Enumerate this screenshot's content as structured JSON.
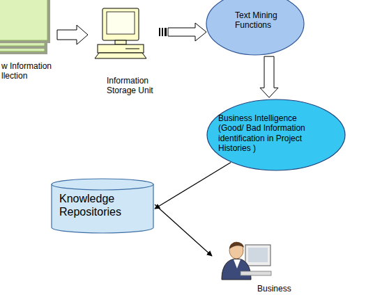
{
  "diagram": {
    "nodes": [
      {
        "text": [
          "Text Mining Functions"
        ]
      },
      {
        "text": [
          "Business Intelligence (Good/ Bad Information identification in Project Histories )"
        ]
      },
      {
        "text": [
          "Knowledge Repositories"
        ]
      }
    ],
    "edges": [
      {
        "from": 0,
        "to": 1,
        "arrow": "to"
      },
      {
        "from": 1,
        "to": 2,
        "arrow": "to"
      }
    ],
    "labels": [
      "w Information llection",
      "Information Storage Unit",
      "Business"
    ]
  }
}
